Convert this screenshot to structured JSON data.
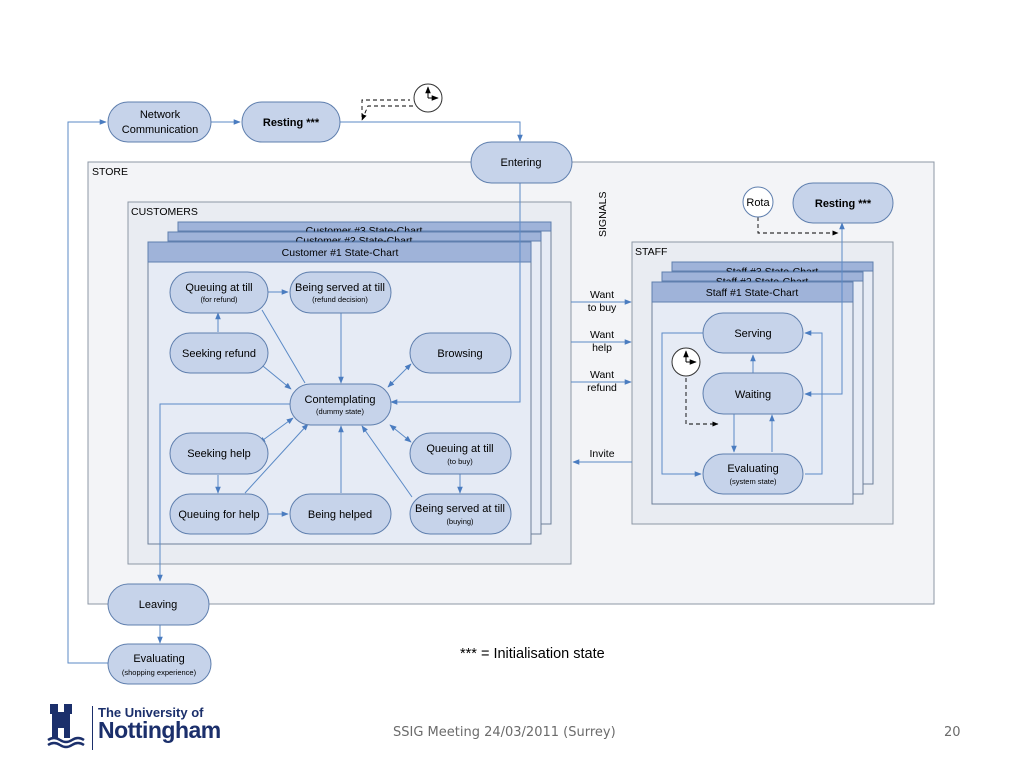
{
  "diagram": {
    "top_states": {
      "network_communication": [
        "Network",
        "Communication"
      ],
      "resting": "Resting ***",
      "entering": "Entering",
      "leaving": "Leaving",
      "evaluating": "Evaluating",
      "evaluating_sub": "(shopping experience)"
    },
    "containers": {
      "store": "STORE",
      "customers": "CUSTOMERS",
      "staff": "STAFF",
      "signals": "SIGNALS"
    },
    "customer_charts": [
      "Customer #3 State-Chart",
      "Customer #2 State-Chart",
      "Customer #1 State-Chart"
    ],
    "customer_states": {
      "queuing_refund": "Queuing at till",
      "queuing_refund_sub": "(for refund)",
      "served_refund": "Being served at till",
      "served_refund_sub": "(refund decision)",
      "seeking_refund": "Seeking refund",
      "browsing": "Browsing",
      "contemplating": "Contemplating",
      "contemplating_sub": "(dummy state)",
      "seeking_help": "Seeking help",
      "queuing_buy": "Queuing at till",
      "queuing_buy_sub": "(to buy)",
      "queuing_help": "Queuing for help",
      "being_helped": "Being helped",
      "served_buy": "Being served at till",
      "served_buy_sub": "(buying)"
    },
    "signals": [
      [
        "Want",
        "to buy"
      ],
      [
        "Want",
        "help"
      ],
      [
        "Want",
        "refund"
      ],
      [
        "Invite"
      ]
    ],
    "staff": {
      "rota": "Rota",
      "resting": "Resting ***",
      "charts": [
        "Staff #3 State-Chart",
        "Staff #2 State-Chart",
        "Staff #1 State-Chart"
      ],
      "serving": "Serving",
      "waiting": "Waiting",
      "evaluating": "Evaluating",
      "evaluating_sub": "(system state)"
    }
  },
  "legend": "*** = Initialisation state",
  "footer": {
    "meeting": "SSIG Meeting 24/03/2011 (Surrey)",
    "page": "20",
    "logo_line1": "The University of",
    "logo_line2": "Nottingham"
  }
}
